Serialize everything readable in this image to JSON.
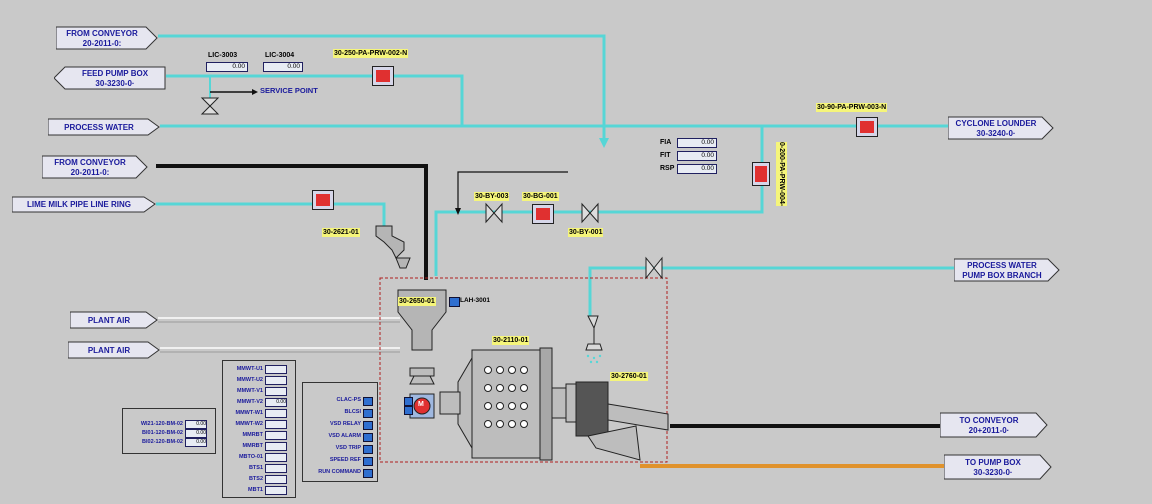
{
  "offpage": {
    "from_conveyor_1": {
      "l1": "FROM CONVEYOR",
      "l2": "20-2011-0:"
    },
    "feed_pump_box": {
      "l1": "FEED PUMP BOX",
      "l2": "30-3230-0·"
    },
    "process_water": {
      "l1": "PROCESS WATER",
      "l2": ""
    },
    "from_conveyor_2": {
      "l1": "FROM CONVEYOR",
      "l2": "20-2011-0:"
    },
    "lime_milk": {
      "l1": "LIME MILK PIPE LINE RING",
      "l2": ""
    },
    "plant_air_1": {
      "l1": "PLANT AIR",
      "l2": ""
    },
    "plant_air_2": {
      "l1": "PLANT AIR",
      "l2": ""
    },
    "cyclone_lounder": {
      "l1": "CYCLONE LOUNDER",
      "l2": "30-3240-0·"
    },
    "process_water_branch": {
      "l1": "PROCESS WATER",
      "l2": "PUMP BOX BRANCH"
    },
    "to_conveyor": {
      "l1": "TO CONVEYOR",
      "l2": "20+2011-0·"
    },
    "to_pump_box": {
      "l1": "TO PUMP BOX",
      "l2": "30-3230-0·"
    }
  },
  "tags": {
    "lic3003": "LIC-3003",
    "lic3004": "LIC-3004",
    "prw002": "30-250-PA-PRW-002-N",
    "prw003": "30-90-PA-PRW-003-N",
    "prw004": "0-200-PA-PRW-004-",
    "service_point": "SERVICE POINT",
    "by003": "30-BY-003",
    "bg001": "30-BG-001",
    "by001": "30-BY-001",
    "e2621": "30-2621-01",
    "e2650": "30-2650-01",
    "lah3001": "LAH-3001",
    "e2110": "30-2110-01",
    "e2760": "30-2760-01",
    "fia": "FIA",
    "fit": "FIT",
    "rsp": "RSP",
    "motor": "M"
  },
  "values": {
    "lic3003": "0.00",
    "lic3004": "0.00",
    "fia": "0.00",
    "fit": "0.00",
    "rsp": "0.00"
  },
  "panel_left": [
    {
      "label": "WI21-120-BM-02",
      "value": "0.00"
    },
    {
      "label": "BI01-120-BM-02",
      "value": "0.00"
    },
    {
      "label": "BI02-120-BM-02",
      "value": "0.00"
    }
  ],
  "panel_mid": [
    {
      "label": "MMWT-U1",
      "value": ""
    },
    {
      "label": "MMWT-U2",
      "value": ""
    },
    {
      "label": "MMWT-V1",
      "value": ""
    },
    {
      "label": "MMWT-V2",
      "value": "0.00"
    },
    {
      "label": "MMWT-W1",
      "value": ""
    },
    {
      "label": "MMWT-W2",
      "value": ""
    },
    {
      "label": "MMRBT",
      "value": ""
    },
    {
      "label": "MMRBT",
      "value": ""
    },
    {
      "label": "MBTO-01",
      "value": ""
    },
    {
      "label": "BTS1",
      "value": ""
    },
    {
      "label": "BTS2",
      "value": ""
    },
    {
      "label": "MBT1",
      "value": ""
    }
  ],
  "panel_right": [
    "CLAC-PS",
    "BLCSI",
    "VSD RELAY",
    "VSD ALARM",
    "VSD TRIP",
    "SPEED REF",
    "RUN COMMAND"
  ],
  "colors": {
    "water": "#56d6d6",
    "feed": "#111111",
    "slurry": "#e0922c",
    "air": "#f0f0f0",
    "text_blue": "#1a1a9c",
    "label_yellow": "#f5f57a"
  }
}
